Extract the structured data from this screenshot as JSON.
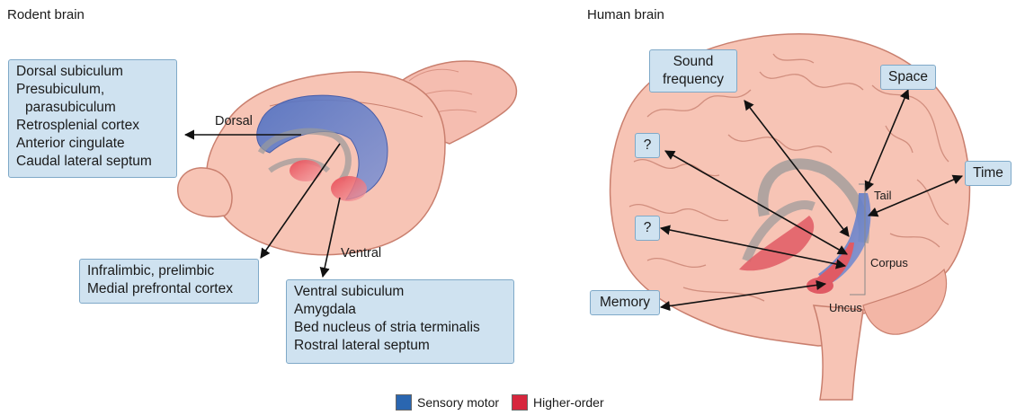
{
  "rodent": {
    "title": "Rodent brain",
    "dorsal_box": [
      "Dorsal subiculum",
      "Presubiculum,",
      "parasubiculum",
      "Retrosplenial cortex",
      "Anterior cingulate",
      "Caudal lateral septum"
    ],
    "infra_box": [
      "Infralimbic, prelimbic",
      "Medial prefrontal cortex"
    ],
    "ventral_box": [
      "Ventral subiculum",
      "Amygdala",
      "Bed nucleus of stria terminalis",
      "Rostral lateral septum"
    ],
    "dorsal_label": "Dorsal",
    "ventral_label": "Ventral"
  },
  "human": {
    "title": "Human brain",
    "sound_box": [
      "Sound",
      "frequency"
    ],
    "space_box": "Space",
    "time_box": "Time",
    "q1_box": "?",
    "q2_box": "?",
    "memory_box": "Memory",
    "tail_label": "Tail",
    "corpus_label": "Corpus",
    "uncus_label": "Uncus"
  },
  "legend": {
    "sensory": {
      "label": "Sensory motor",
      "color": "#2a66b0"
    },
    "higher": {
      "label": "Higher-order",
      "color": "#d7263d"
    }
  },
  "colors": {
    "brain_fill": "#f7c4b5",
    "brain_stroke": "#c97f6e",
    "box_fill": "#cfe2f0",
    "box_border": "#7fa9c8"
  }
}
